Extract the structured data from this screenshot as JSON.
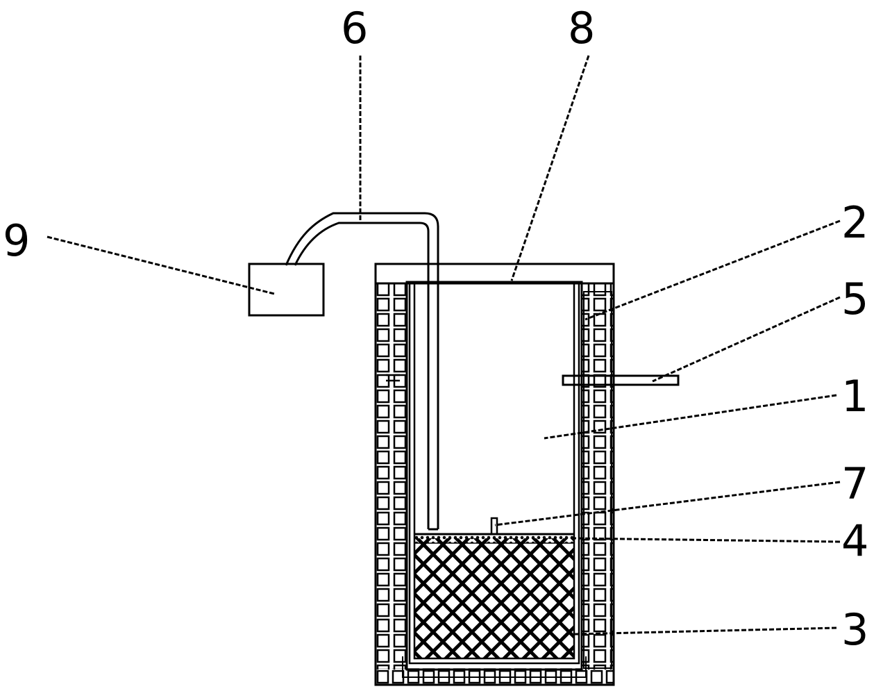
{
  "labels": [
    {
      "id": "label-1",
      "text": "1"
    },
    {
      "id": "label-2",
      "text": "2"
    },
    {
      "id": "label-3",
      "text": "3"
    },
    {
      "id": "label-4",
      "text": "4"
    },
    {
      "id": "label-5",
      "text": "5"
    },
    {
      "id": "label-6",
      "text": "6"
    },
    {
      "id": "label-7",
      "text": "7"
    },
    {
      "id": "label-8",
      "text": "8"
    },
    {
      "id": "label-9",
      "text": "9"
    }
  ],
  "colors": {
    "line": "#000000",
    "background": "#ffffff"
  }
}
